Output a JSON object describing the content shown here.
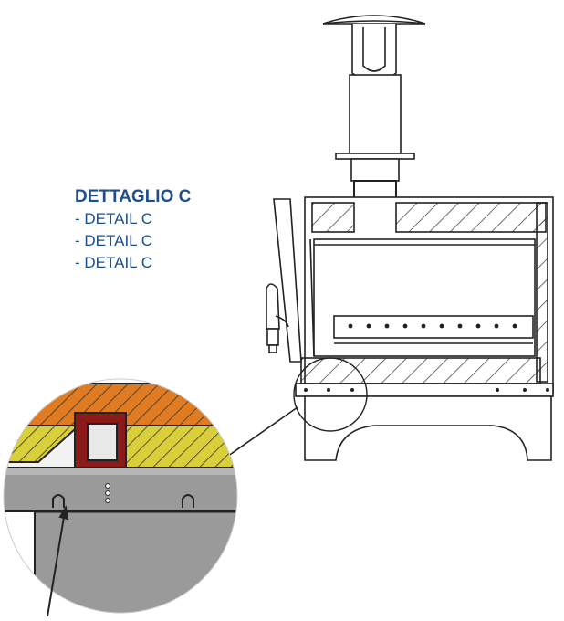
{
  "labels": {
    "title": "DETTAGLIO C",
    "lines": [
      "- DETAIL C",
      "- DETAIL C",
      "- DETAIL C"
    ]
  },
  "colors": {
    "text": "#1f4e8c",
    "outline": "#222222",
    "hatch_fill": "#d9cf3a",
    "top_fill": "#e07b22",
    "block_fill": "#8b1a1a",
    "steel_fill": "#9a9a9a",
    "steel_dark": "#6e6e6e"
  }
}
